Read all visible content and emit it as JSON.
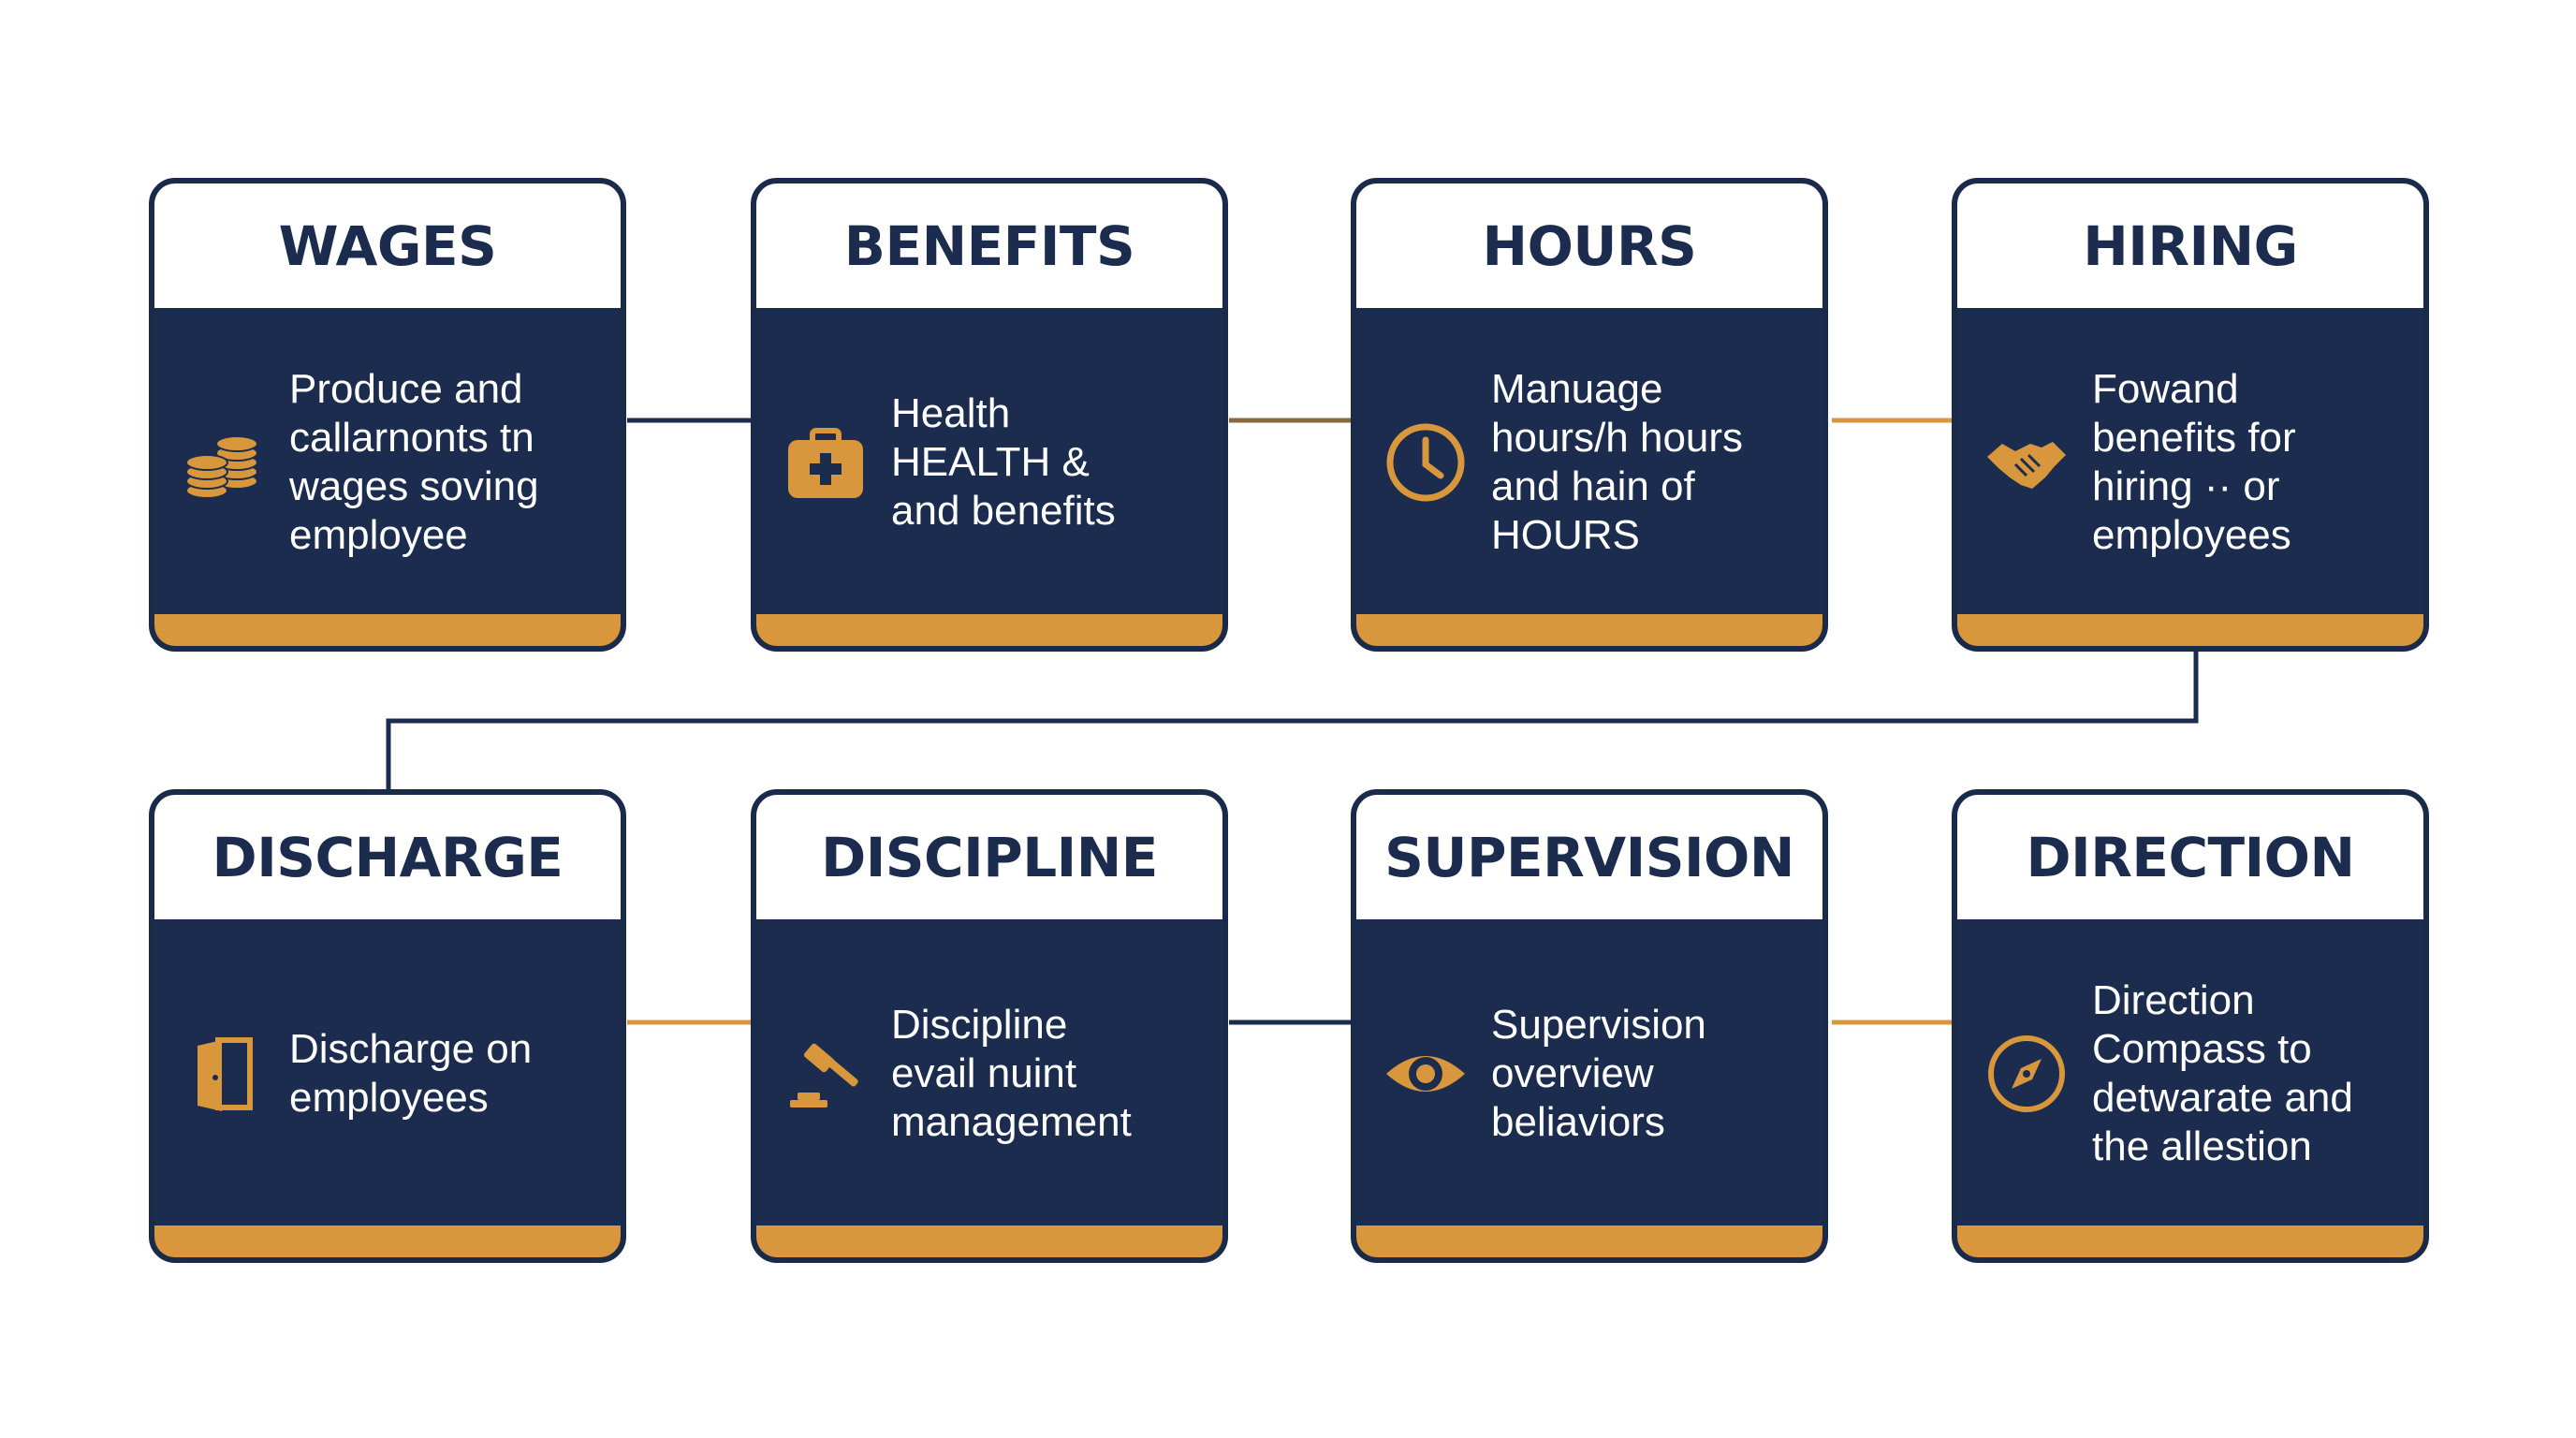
{
  "colors": {
    "navy": "#1c2c4e",
    "gold": "#d8973c",
    "white": "#ffffff"
  },
  "steps": [
    {
      "title": "WAGES",
      "desc": "Produce and\ncallarnonts tn\nwages soving\nemployee",
      "icon": "coins-icon"
    },
    {
      "title": "BENEFITS",
      "desc": "Health\nHEALTH &\nand benefits",
      "icon": "medical-kit-icon"
    },
    {
      "title": "HOURS",
      "desc": "Manuage\nhours/h hours\nand hain of\nHOURS",
      "icon": "clock-icon"
    },
    {
      "title": "HIRING",
      "desc": "Fowand\nbenefits for\nhiring ·· or\nemployees",
      "icon": "handshake-icon"
    },
    {
      "title": "DISCHARGE",
      "desc": "Discharge on\nemployees",
      "icon": "door-icon"
    },
    {
      "title": "DISCIPLINE",
      "desc": "Discipline\nevail nuint\nmanagement",
      "icon": "gavel-icon"
    },
    {
      "title": "SUPERVISION",
      "desc": "Supervision\noverview\nbeliaviors",
      "icon": "eye-icon"
    },
    {
      "title": "DIRECTION",
      "desc": "Direction\nCompass to\ndetwarate and\nthe allestion",
      "icon": "compass-icon"
    }
  ]
}
